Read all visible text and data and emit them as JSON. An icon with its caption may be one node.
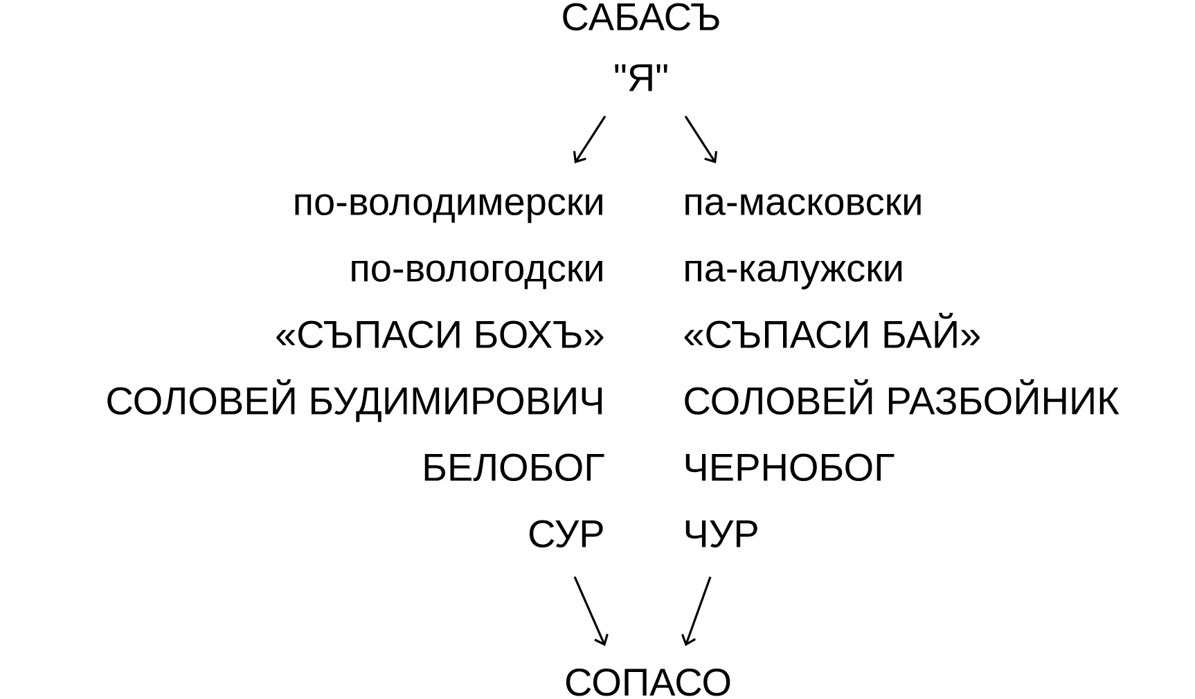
{
  "diagram": {
    "nodes": [
      {
        "text": [
          "САБАСЪ",
          "\"Я\""
        ]
      },
      {
        "text": [
          "по-володимерски",
          "по-вологодски",
          "«СЪПАСИ БОХЪ»",
          "СОЛОВЕЙ БУДИМИРОВИЧ",
          "БЕЛОБОГ",
          "СУР"
        ]
      },
      {
        "text": [
          "па-масковски",
          "па-калужски",
          "«СЪПАСИ БАЙ»",
          "СОЛОВЕЙ РАЗБОЙНИК",
          "ЧЕРНОБОГ",
          "ЧУР"
        ]
      },
      {
        "text": [
          "СОПАСО"
        ]
      }
    ],
    "edges": [
      {
        "from": 0,
        "to": 1,
        "arrow": "to"
      },
      {
        "from": 0,
        "to": 2,
        "arrow": "to"
      },
      {
        "from": 1,
        "to": 3,
        "arrow": "to"
      },
      {
        "from": 2,
        "to": 3,
        "arrow": "to"
      }
    ]
  }
}
